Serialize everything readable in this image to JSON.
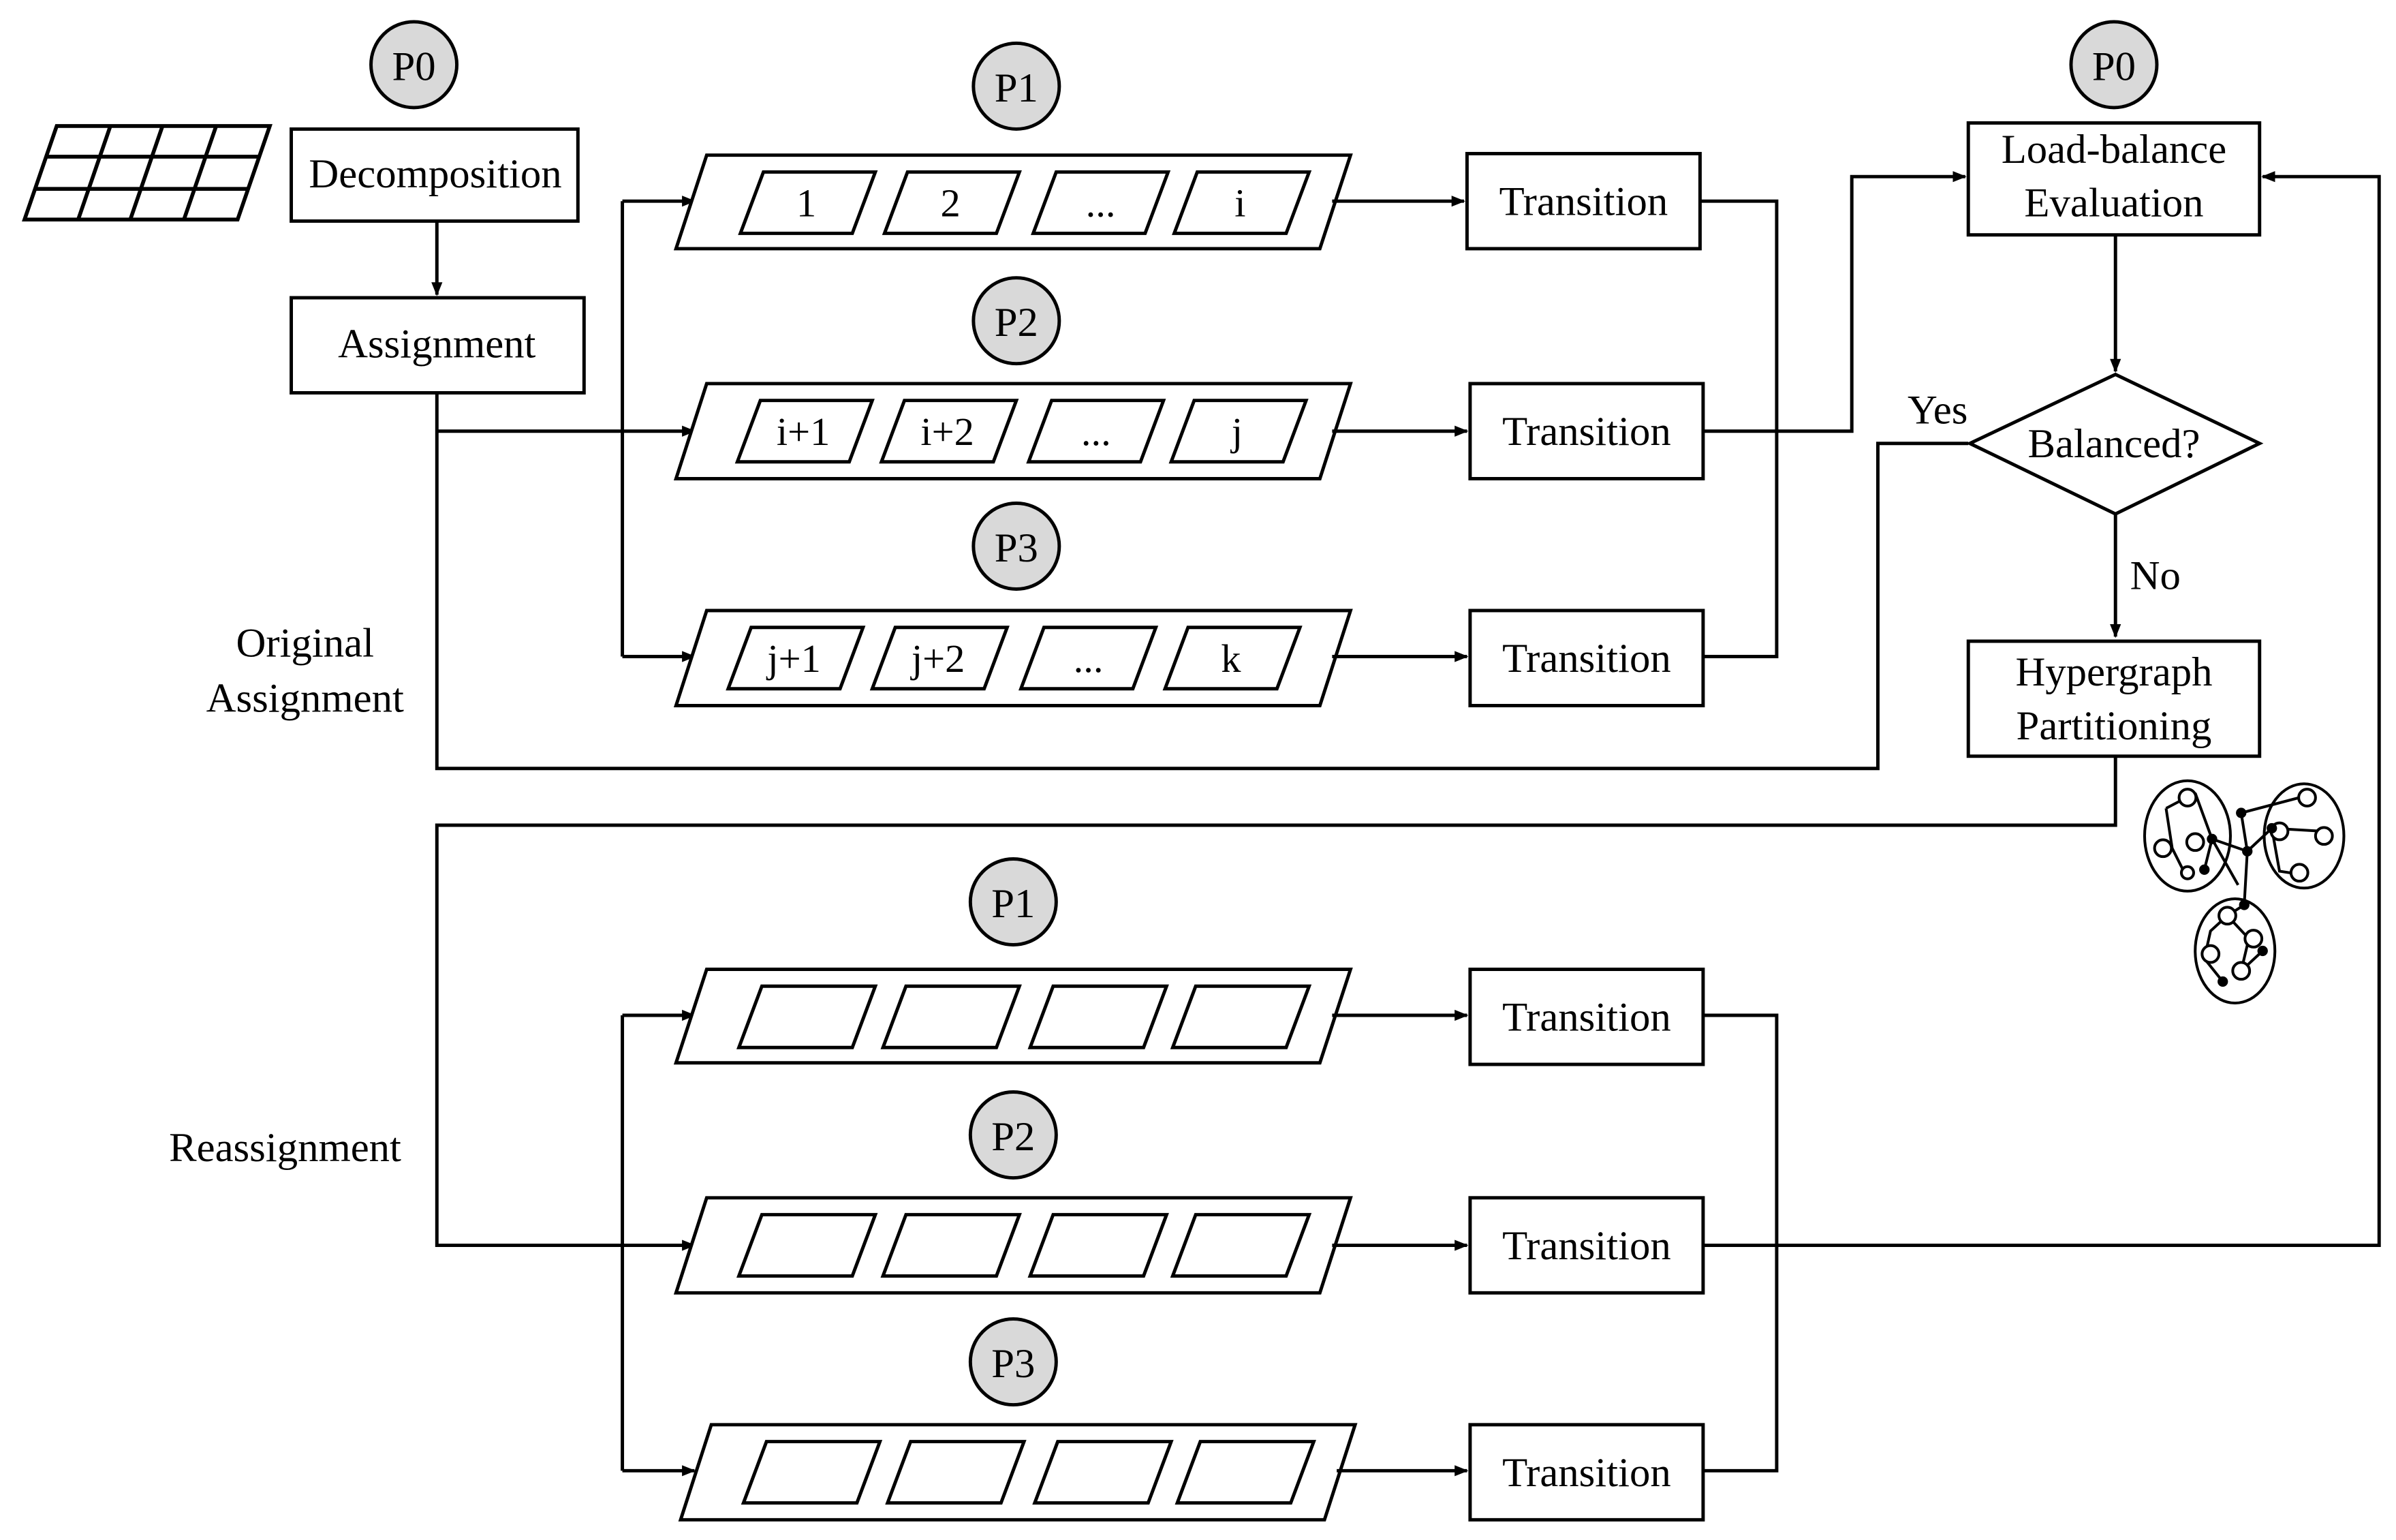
{
  "decomposition": {
    "label": "Decomposition",
    "processor": "P0"
  },
  "assignment": {
    "label": "Assignment"
  },
  "original_assignment": {
    "label_line1": "Original",
    "label_line2": "Assignment",
    "rows": [
      {
        "processor": "P1",
        "cells": [
          "1",
          "2",
          "...",
          "i"
        ],
        "transition": "Transition"
      },
      {
        "processor": "P2",
        "cells": [
          "i+1",
          "i+2",
          "...",
          "j"
        ],
        "transition": "Transition"
      },
      {
        "processor": "P3",
        "cells": [
          "j+1",
          "j+2",
          "...",
          "k"
        ],
        "transition": "Transition"
      }
    ]
  },
  "reassignment": {
    "label": "Reassignment",
    "rows": [
      {
        "processor": "P1",
        "transition": "Transition"
      },
      {
        "processor": "P2",
        "transition": "Transition"
      },
      {
        "processor": "P3",
        "transition": "Transition"
      }
    ]
  },
  "load_balance": {
    "processor": "P0",
    "line1": "Load-balance",
    "line2": "Evaluation"
  },
  "decision": {
    "label": "Balanced?",
    "yes": "Yes",
    "no": "No"
  },
  "hypergraph": {
    "line1": "Hypergraph",
    "line2": "Partitioning"
  },
  "colors": {
    "stroke": "#000000",
    "processor_fill": "#d9d9d9",
    "background": "#ffffff"
  }
}
